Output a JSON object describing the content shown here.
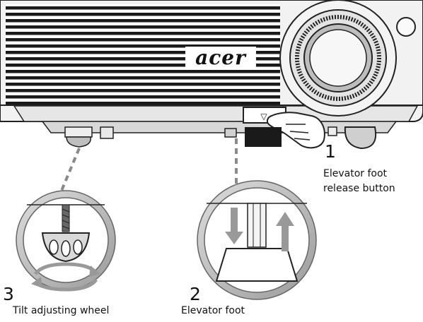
{
  "projector": {
    "brand_logo": "acer"
  },
  "callouts": [
    {
      "number": "1",
      "caption_lines": [
        "Elevator foot",
        "release button"
      ]
    },
    {
      "number": "2",
      "caption_lines": [
        "Elevator foot"
      ]
    },
    {
      "number": "3",
      "caption_lines": [
        "Tilt adjusting wheel"
      ]
    }
  ],
  "icons": {
    "release_button_glyph": "▽",
    "hand": "pointing-hand-icon",
    "arrows_up_down": "up-down-arrows-icon",
    "rotate": "rotate-arrows-icon"
  }
}
